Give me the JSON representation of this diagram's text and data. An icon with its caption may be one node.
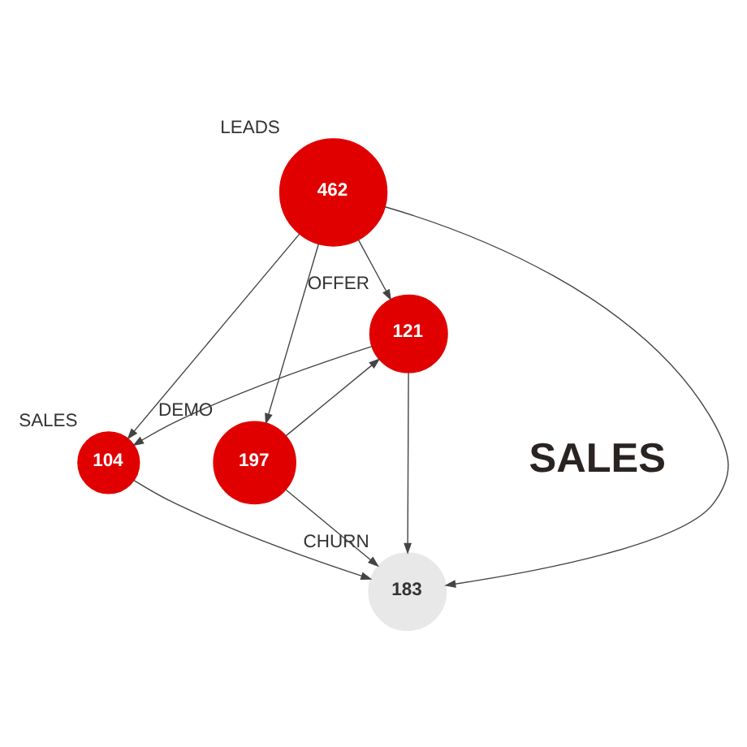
{
  "diagram": {
    "nodes": [
      {
        "text": [
          "462"
        ],
        "beside": [
          "LEADS"
        ]
      },
      {
        "text": [
          "104"
        ],
        "beside": [
          "SALES"
        ]
      },
      {
        "text": [
          "197"
        ],
        "beside": [
          "DEMO"
        ]
      },
      {
        "text": [
          "121"
        ],
        "beside": [
          "OFFER"
        ]
      },
      {
        "text": [
          "183"
        ],
        "beside": [
          "CHURN"
        ]
      }
    ],
    "edges": [
      {
        "from": 0,
        "to": 1,
        "arrow": "to"
      },
      {
        "from": 0,
        "to": 3,
        "arrow": "to"
      },
      {
        "from": 0,
        "to": 2,
        "arrow": "to"
      },
      {
        "from": 0,
        "to": 4,
        "arrow": "to"
      },
      {
        "from": 2,
        "to": 3,
        "arrow": "to"
      },
      {
        "from": 3,
        "to": 1,
        "arrow": "to"
      },
      {
        "from": 1,
        "to": 4,
        "arrow": "to"
      },
      {
        "from": 3,
        "to": 4,
        "arrow": "to"
      },
      {
        "from": 2,
        "to": 4,
        "arrow": "to"
      }
    ],
    "labels": [
      "SALES"
    ]
  }
}
